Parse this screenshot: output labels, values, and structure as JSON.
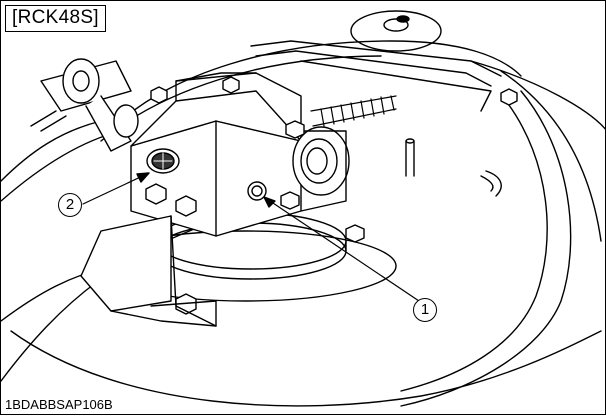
{
  "figure": {
    "model_tag": "[RCK48S]",
    "callout_1": "1",
    "callout_2": "2",
    "figure_code": "1BDABBSAP106B"
  }
}
